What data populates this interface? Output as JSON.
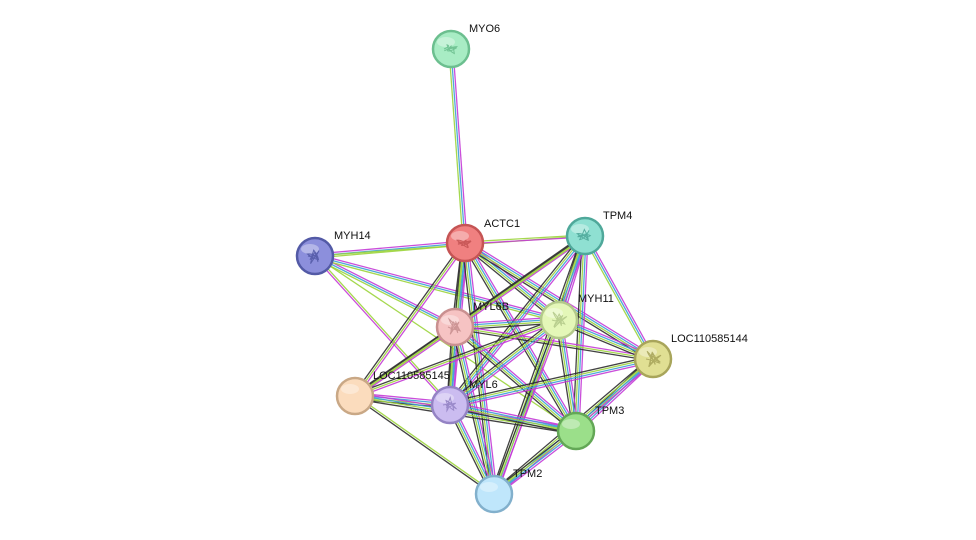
{
  "network": {
    "nodes": [
      {
        "id": "MYO6",
        "label": "MYO6",
        "color": "#a8ecc4",
        "stroke": "#6cbf8f",
        "icon": "protein-structure-icon"
      },
      {
        "id": "ACTC1",
        "label": "ACTC1",
        "color": "#f08080",
        "stroke": "#c55454",
        "icon": "protein-structure-icon"
      },
      {
        "id": "TPM4",
        "label": "TPM4",
        "color": "#8fe0d2",
        "stroke": "#4fa89a",
        "icon": "protein-structure-icon"
      },
      {
        "id": "MYH14",
        "label": "MYH14",
        "color": "#8c8fdc",
        "stroke": "#535aa6",
        "icon": "protein-structure-icon"
      },
      {
        "id": "MYL6B",
        "label": "MYL6B",
        "color": "#f6c3c3",
        "stroke": "#c99090",
        "icon": "protein-structure-icon"
      },
      {
        "id": "MYH11",
        "label": "MYH11",
        "color": "#e4f7b8",
        "stroke": "#b3c98a",
        "icon": "protein-structure-icon"
      },
      {
        "id": "LOC110585144",
        "label": "LOC110585144",
        "color": "#e0df93",
        "stroke": "#a8a55b",
        "icon": "protein-structure-icon"
      },
      {
        "id": "LOC110585145",
        "label": "LOC110585145",
        "color": "#fbdcbd",
        "stroke": "#c9a886",
        "icon": "none"
      },
      {
        "id": "MYL6",
        "label": "MYL6",
        "color": "#cbbcf0",
        "stroke": "#9483c4",
        "icon": "protein-structure-icon"
      },
      {
        "id": "TPM3",
        "label": "TPM3",
        "color": "#9bdf8a",
        "stroke": "#63a756",
        "icon": "none"
      },
      {
        "id": "TPM2",
        "label": "TPM2",
        "color": "#bfe6fb",
        "stroke": "#82b0cc",
        "icon": "none"
      }
    ],
    "edges": [
      {
        "source": "MYO6",
        "target": "ACTC1",
        "colors": [
          "#c43bd6",
          "#3c9fd6",
          "#9bd43b"
        ]
      },
      {
        "source": "MYH14",
        "target": "ACTC1",
        "colors": [
          "#c43bd6",
          "#3c9fd6",
          "#9bd43b"
        ]
      },
      {
        "source": "MYH14",
        "target": "TPM4",
        "colors": [
          "#9bd43b"
        ]
      },
      {
        "source": "MYH14",
        "target": "MYL6B",
        "colors": [
          "#c43bd6",
          "#3c9fd6",
          "#9bd43b"
        ]
      },
      {
        "source": "MYH14",
        "target": "MYH11",
        "colors": [
          "#c43bd6",
          "#3c9fd6",
          "#9bd43b"
        ]
      },
      {
        "source": "MYH14",
        "target": "MYL6",
        "colors": [
          "#9bd43b",
          "#c43bd6"
        ]
      },
      {
        "source": "MYH14",
        "target": "TPM3",
        "colors": [
          "#9bd43b"
        ]
      },
      {
        "source": "ACTC1",
        "target": "TPM4",
        "colors": [
          "#9bd43b",
          "#c43bd6"
        ]
      },
      {
        "source": "ACTC1",
        "target": "MYL6B",
        "colors": [
          "#c43bd6",
          "#3c9fd6",
          "#9bd43b",
          "#2d2d2d"
        ]
      },
      {
        "source": "ACTC1",
        "target": "MYH11",
        "colors": [
          "#c43bd6",
          "#3c9fd6",
          "#9bd43b",
          "#2d2d2d"
        ]
      },
      {
        "source": "ACTC1",
        "target": "LOC110585144",
        "colors": [
          "#c43bd6",
          "#3c9fd6",
          "#9bd43b",
          "#2d2d2d"
        ]
      },
      {
        "source": "ACTC1",
        "target": "LOC110585145",
        "colors": [
          "#c43bd6",
          "#9bd43b",
          "#2d2d2d"
        ]
      },
      {
        "source": "ACTC1",
        "target": "MYL6",
        "colors": [
          "#c43bd6",
          "#3c9fd6",
          "#9bd43b",
          "#2d2d2d"
        ]
      },
      {
        "source": "ACTC1",
        "target": "TPM3",
        "colors": [
          "#c43bd6",
          "#3c9fd6",
          "#9bd43b",
          "#2d2d2d"
        ]
      },
      {
        "source": "ACTC1",
        "target": "TPM2",
        "colors": [
          "#c43bd6",
          "#3c9fd6",
          "#9bd43b",
          "#2d2d2d"
        ]
      },
      {
        "source": "TPM4",
        "target": "MYL6B",
        "colors": [
          "#c43bd6",
          "#9bd43b",
          "#2d2d2d"
        ]
      },
      {
        "source": "TPM4",
        "target": "MYH11",
        "colors": [
          "#c43bd6",
          "#3c9fd6",
          "#9bd43b",
          "#2d2d2d"
        ]
      },
      {
        "source": "TPM4",
        "target": "LOC110585144",
        "colors": [
          "#c43bd6",
          "#3c9fd6",
          "#9bd43b"
        ]
      },
      {
        "source": "TPM4",
        "target": "LOC110585145",
        "colors": [
          "#9bd43b",
          "#2d2d2d"
        ]
      },
      {
        "source": "TPM4",
        "target": "MYL6",
        "colors": [
          "#c43bd6",
          "#3c9fd6",
          "#9bd43b",
          "#2d2d2d"
        ]
      },
      {
        "source": "TPM4",
        "target": "TPM3",
        "colors": [
          "#c43bd6",
          "#3c9fd6",
          "#9bd43b",
          "#2d2d2d"
        ]
      },
      {
        "source": "TPM4",
        "target": "TPM2",
        "colors": [
          "#c43bd6",
          "#3c9fd6",
          "#9bd43b",
          "#2d2d2d"
        ]
      },
      {
        "source": "MYL6B",
        "target": "MYH11",
        "colors": [
          "#c43bd6",
          "#3c9fd6",
          "#9bd43b",
          "#2d2d2d"
        ]
      },
      {
        "source": "MYL6B",
        "target": "LOC110585144",
        "colors": [
          "#c43bd6",
          "#9bd43b",
          "#2d2d2d"
        ]
      },
      {
        "source": "MYL6B",
        "target": "LOC110585145",
        "colors": [
          "#c43bd6",
          "#9bd43b",
          "#2d2d2d"
        ]
      },
      {
        "source": "MYL6B",
        "target": "MYL6",
        "colors": [
          "#c43bd6",
          "#3c9fd6",
          "#9bd43b",
          "#2d2d2d"
        ]
      },
      {
        "source": "MYL6B",
        "target": "TPM3",
        "colors": [
          "#c43bd6",
          "#3c9fd6",
          "#9bd43b",
          "#2d2d2d"
        ]
      },
      {
        "source": "MYL6B",
        "target": "TPM2",
        "colors": [
          "#c43bd6",
          "#3c9fd6",
          "#9bd43b",
          "#2d2d2d"
        ]
      },
      {
        "source": "MYH11",
        "target": "LOC110585144",
        "colors": [
          "#c43bd6",
          "#3c9fd6",
          "#9bd43b",
          "#2d2d2d"
        ]
      },
      {
        "source": "MYH11",
        "target": "LOC110585145",
        "colors": [
          "#c43bd6",
          "#9bd43b",
          "#2d2d2d"
        ]
      },
      {
        "source": "MYH11",
        "target": "MYL6",
        "colors": [
          "#c43bd6",
          "#3c9fd6",
          "#9bd43b",
          "#2d2d2d"
        ]
      },
      {
        "source": "MYH11",
        "target": "TPM3",
        "colors": [
          "#c43bd6",
          "#3c9fd6",
          "#9bd43b",
          "#2d2d2d"
        ]
      },
      {
        "source": "MYH11",
        "target": "TPM2",
        "colors": [
          "#c43bd6",
          "#9bd43b",
          "#2d2d2d"
        ]
      },
      {
        "source": "LOC110585144",
        "target": "MYL6",
        "colors": [
          "#c43bd6",
          "#3c9fd6",
          "#9bd43b",
          "#2d2d2d"
        ]
      },
      {
        "source": "LOC110585144",
        "target": "TPM3",
        "colors": [
          "#c43bd6",
          "#3c9fd6",
          "#9bd43b",
          "#2d2d2d"
        ]
      },
      {
        "source": "LOC110585144",
        "target": "TPM2",
        "colors": [
          "#c43bd6",
          "#3c9fd6",
          "#9bd43b",
          "#2d2d2d"
        ]
      },
      {
        "source": "LOC110585145",
        "target": "MYL6",
        "colors": [
          "#c43bd6",
          "#3c9fd6",
          "#9bd43b",
          "#2d2d2d"
        ]
      },
      {
        "source": "LOC110585145",
        "target": "TPM3",
        "colors": [
          "#c43bd6",
          "#3c9fd6",
          "#9bd43b",
          "#2d2d2d"
        ]
      },
      {
        "source": "LOC110585145",
        "target": "TPM2",
        "colors": [
          "#9bd43b",
          "#2d2d2d"
        ]
      },
      {
        "source": "MYL6",
        "target": "TPM3",
        "colors": [
          "#c43bd6",
          "#3c9fd6",
          "#9bd43b",
          "#2d2d2d"
        ]
      },
      {
        "source": "MYL6",
        "target": "TPM2",
        "colors": [
          "#c43bd6",
          "#3c9fd6",
          "#9bd43b",
          "#2d2d2d"
        ]
      },
      {
        "source": "TPM3",
        "target": "TPM2",
        "colors": [
          "#c43bd6",
          "#3c9fd6",
          "#9bd43b",
          "#2d2d2d"
        ]
      }
    ]
  }
}
